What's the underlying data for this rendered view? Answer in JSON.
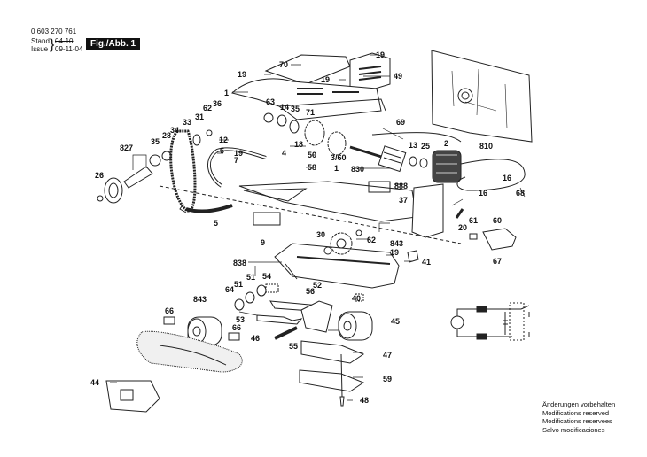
{
  "header": {
    "part_number": "0 603 270 761",
    "stand_label": "Stand",
    "stand_value": "04-10",
    "issue_label": "Issue",
    "issue_value": "09-11-04",
    "figure_label": "Fig./Abb. 1"
  },
  "notes": [
    "Änderungen vorbehalten",
    "Modifications reserved",
    "Modifications reservees",
    "Salvo modificaciones"
  ],
  "callouts": [
    {
      "id": "70",
      "text": "70"
    },
    {
      "id": "19a",
      "text": "19"
    },
    {
      "id": "49",
      "text": "49"
    },
    {
      "id": "19b",
      "text": "19"
    },
    {
      "id": "19c",
      "text": "19"
    },
    {
      "id": "1a",
      "text": "1"
    },
    {
      "id": "63",
      "text": "63"
    },
    {
      "id": "14",
      "text": "14"
    },
    {
      "id": "35a",
      "text": "35"
    },
    {
      "id": "71",
      "text": "71"
    },
    {
      "id": "36",
      "text": "36"
    },
    {
      "id": "62a",
      "text": "62"
    },
    {
      "id": "31",
      "text": "31"
    },
    {
      "id": "33",
      "text": "33"
    },
    {
      "id": "34",
      "text": "34"
    },
    {
      "id": "28",
      "text": "28"
    },
    {
      "id": "35b",
      "text": "35"
    },
    {
      "id": "827",
      "text": "827"
    },
    {
      "id": "26",
      "text": "26"
    },
    {
      "id": "12",
      "text": "12"
    },
    {
      "id": "6",
      "text": "6"
    },
    {
      "id": "19d",
      "text": "19"
    },
    {
      "id": "7",
      "text": "7"
    },
    {
      "id": "18",
      "text": "18"
    },
    {
      "id": "4",
      "text": "4"
    },
    {
      "id": "50",
      "text": "50"
    },
    {
      "id": "58",
      "text": "58"
    },
    {
      "id": "3_60",
      "text": "3/60"
    },
    {
      "id": "830",
      "text": "830"
    },
    {
      "id": "69",
      "text": "69"
    },
    {
      "id": "13",
      "text": "13"
    },
    {
      "id": "25",
      "text": "25"
    },
    {
      "id": "2",
      "text": "2"
    },
    {
      "id": "810",
      "text": "810"
    },
    {
      "id": "16a",
      "text": "16"
    },
    {
      "id": "16b",
      "text": "16"
    },
    {
      "id": "68",
      "text": "68"
    },
    {
      "id": "1b",
      "text": "1"
    },
    {
      "id": "888",
      "text": "888"
    },
    {
      "id": "37",
      "text": "37"
    },
    {
      "id": "20",
      "text": "20"
    },
    {
      "id": "61",
      "text": "61"
    },
    {
      "id": "60",
      "text": "60"
    },
    {
      "id": "67",
      "text": "67"
    },
    {
      "id": "5",
      "text": "5"
    },
    {
      "id": "9",
      "text": "9"
    },
    {
      "id": "30",
      "text": "30"
    },
    {
      "id": "62b",
      "text": "62"
    },
    {
      "id": "843a",
      "text": "843"
    },
    {
      "id": "19e",
      "text": "19"
    },
    {
      "id": "41",
      "text": "41"
    },
    {
      "id": "838",
      "text": "838"
    },
    {
      "id": "51a",
      "text": "51"
    },
    {
      "id": "51b",
      "text": "51"
    },
    {
      "id": "54",
      "text": "54"
    },
    {
      "id": "64",
      "text": "64"
    },
    {
      "id": "56",
      "text": "56"
    },
    {
      "id": "52",
      "text": "52"
    },
    {
      "id": "40",
      "text": "40"
    },
    {
      "id": "843b",
      "text": "843"
    },
    {
      "id": "66a",
      "text": "66"
    },
    {
      "id": "53",
      "text": "53"
    },
    {
      "id": "66b",
      "text": "66"
    },
    {
      "id": "46",
      "text": "46"
    },
    {
      "id": "55",
      "text": "55"
    },
    {
      "id": "45",
      "text": "45"
    },
    {
      "id": "47",
      "text": "47"
    },
    {
      "id": "59",
      "text": "59"
    },
    {
      "id": "48",
      "text": "48"
    },
    {
      "id": "44",
      "text": "44"
    }
  ]
}
